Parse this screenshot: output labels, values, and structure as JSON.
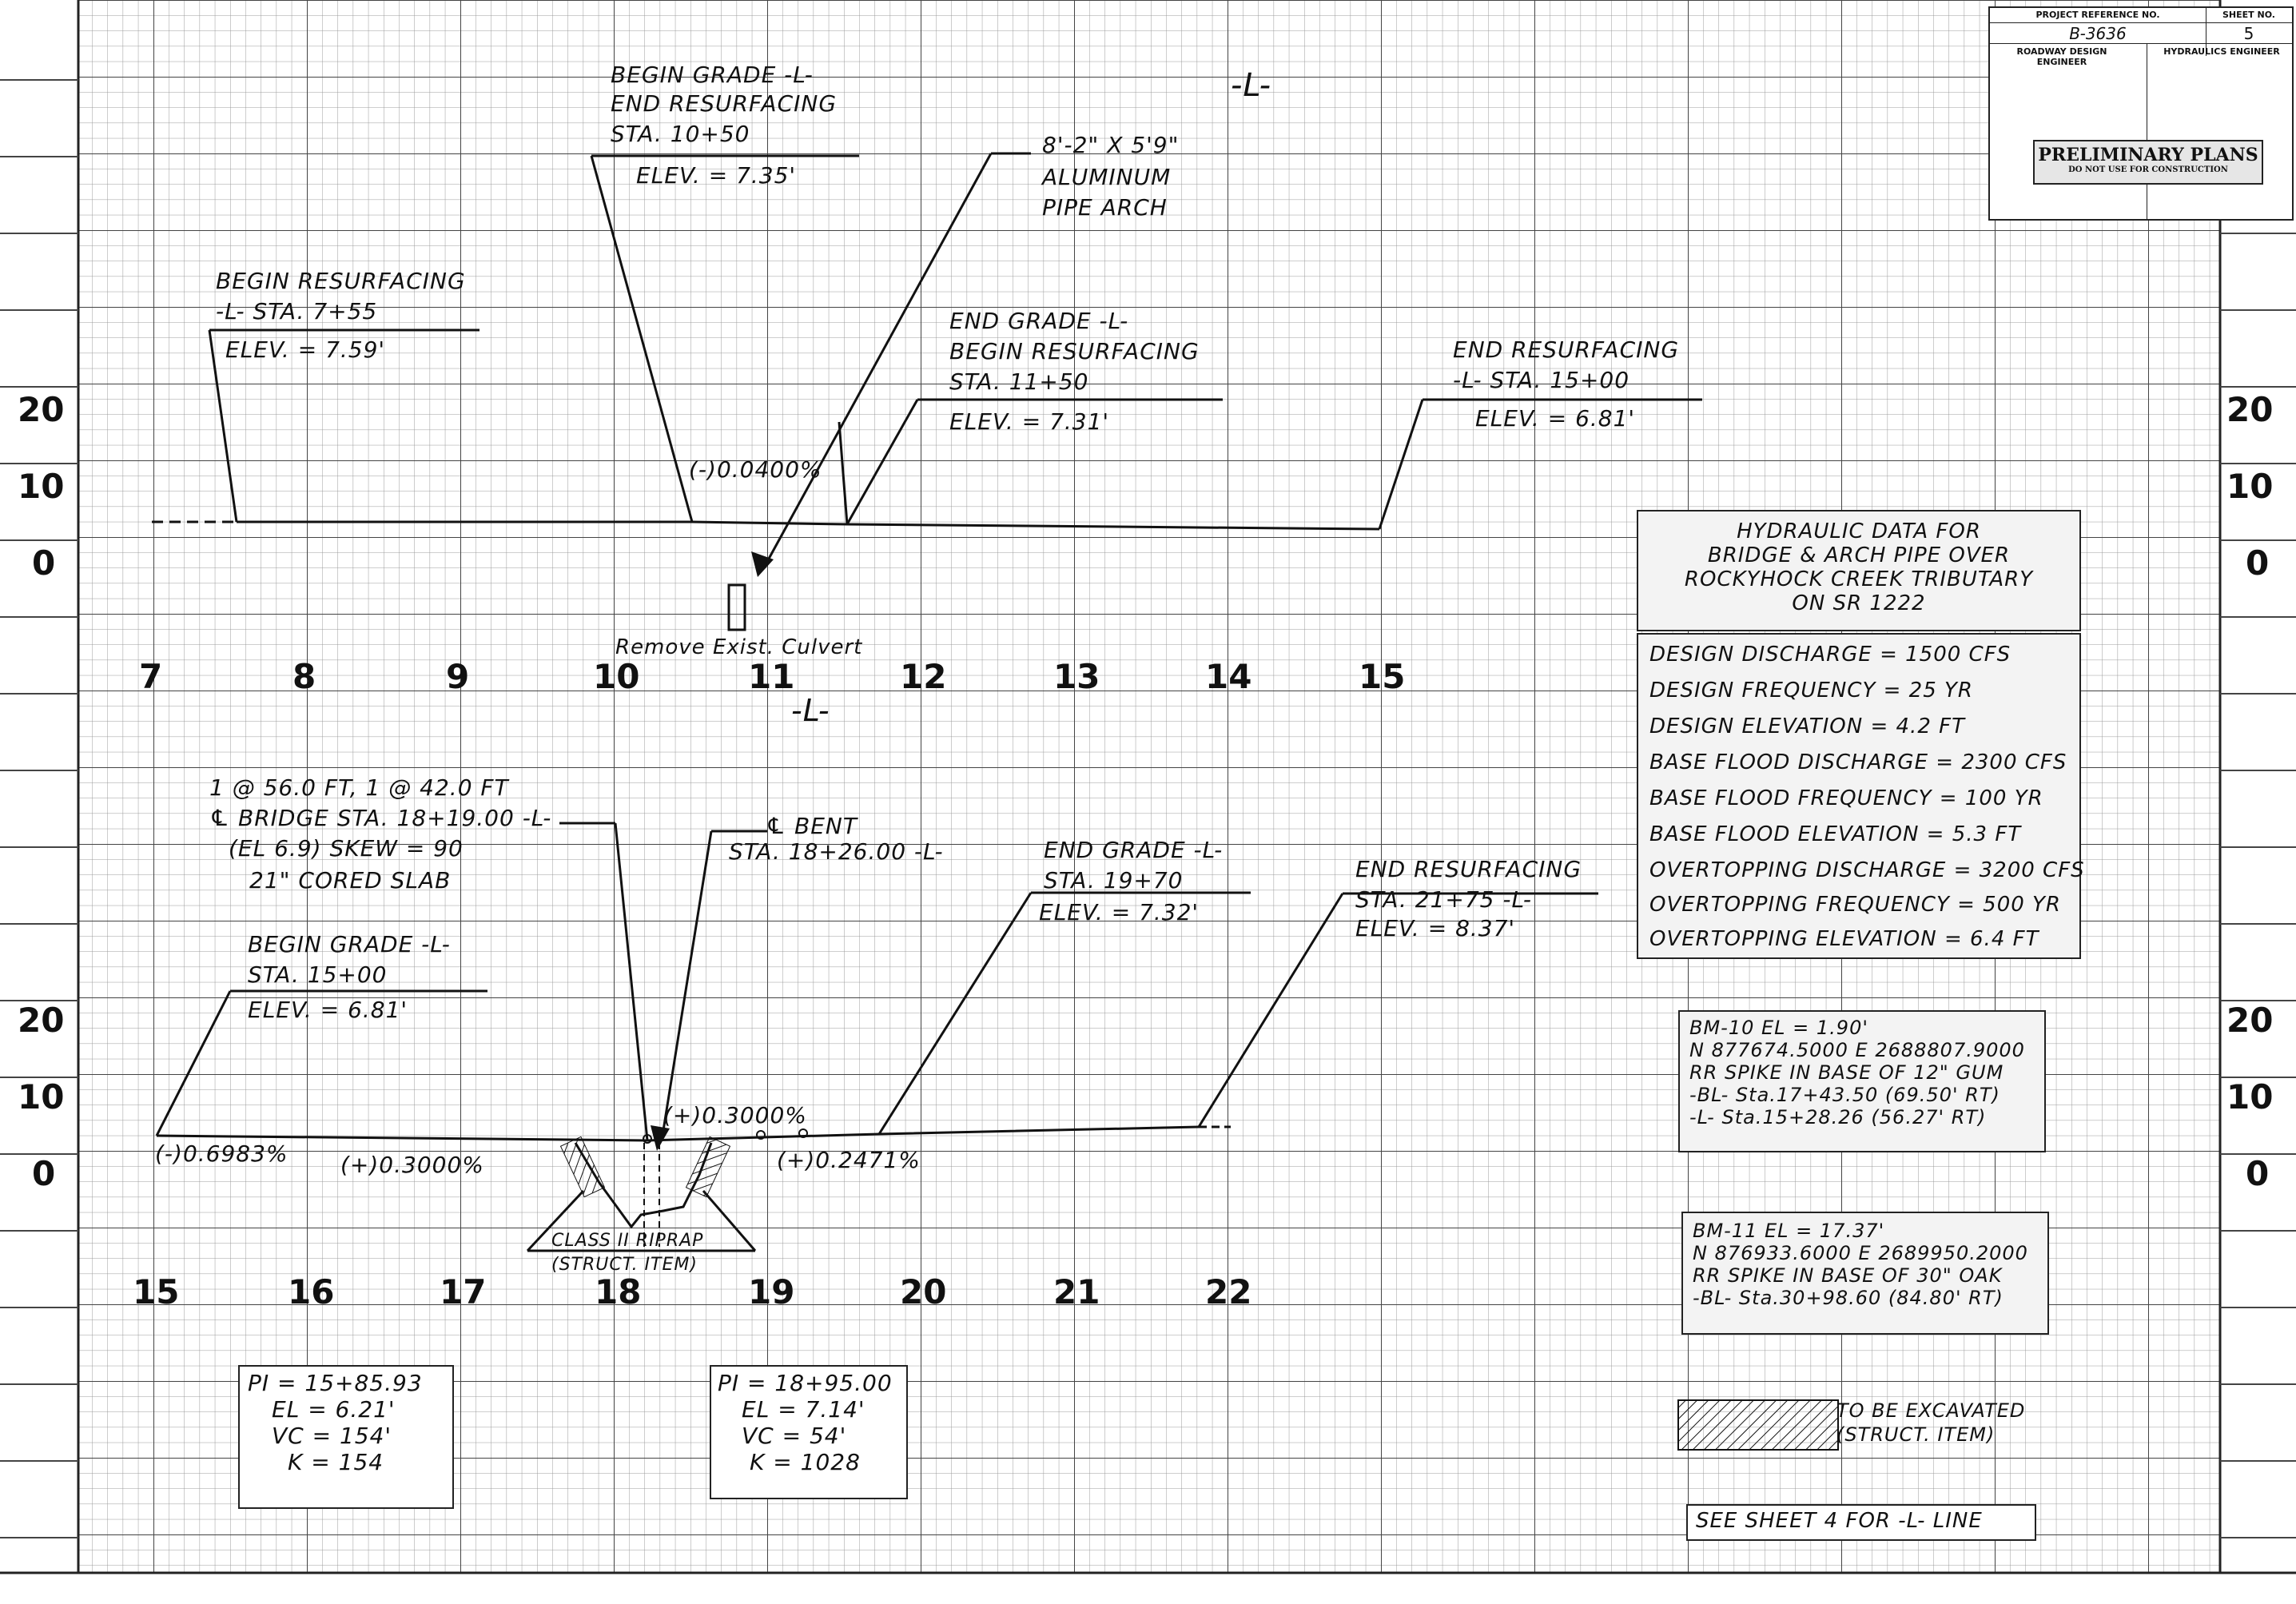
{
  "title_block": {
    "project_ref_label": "PROJECT REFERENCE NO.",
    "sheet_no_label": "SHEET NO.",
    "project_ref": "B-3636",
    "sheet_no": "5",
    "roadway_label": "ROADWAY DESIGN ENGINEER",
    "hydraulics_label": "HYDRAULICS ENGINEER",
    "prelim_title": "PRELIMINARY PLANS",
    "prelim_sub": "DO NOT USE FOR CONSTRUCTION"
  },
  "top_profile": {
    "axis_y": [
      "20",
      "10",
      "0"
    ],
    "stations": [
      "7",
      "8",
      "9",
      "10",
      "11",
      "12",
      "13",
      "14",
      "15"
    ],
    "line_label_top": "-L-",
    "line_label_mid": "-L-",
    "begin_grade": [
      "BEGIN GRADE -L-",
      "END RESURFACING",
      "STA. 10+50",
      "ELEV. = 7.35'"
    ],
    "pipe": [
      "8'-2\" X 5'9\"",
      "ALUMINUM",
      "PIPE ARCH"
    ],
    "begin_resurf": [
      "BEGIN RESURFACING",
      "-L- STA. 7+55",
      "ELEV. = 7.59'"
    ],
    "end_grade": [
      "END GRADE -L-",
      "BEGIN RESURFACING",
      "STA. 11+50",
      "ELEV. = 7.31'"
    ],
    "end_resurf": [
      "END RESURFACING",
      "-L- STA. 15+00",
      "ELEV. = 6.81'"
    ],
    "slope": "(-)0.0400%",
    "remove": "Remove Exist. Culvert"
  },
  "bottom_profile": {
    "axis_y": [
      "20",
      "10",
      "0"
    ],
    "stations": [
      "15",
      "16",
      "17",
      "18",
      "19",
      "20",
      "21",
      "22"
    ],
    "bridge": [
      "1 @ 56.0 FT, 1 @ 42.0 FT",
      "℄ BRIDGE STA. 18+19.00 -L-",
      "(EL 6.9) SKEW = 90",
      "21\" CORED SLAB"
    ],
    "bent": [
      "℄ BENT",
      "STA. 18+26.00 -L-"
    ],
    "end_grade": [
      "END GRADE -L-",
      "STA. 19+70",
      "ELEV. = 7.32'"
    ],
    "end_resurf": [
      "END RESURFACING",
      "STA. 21+75 -L-",
      "ELEV. = 8.37'"
    ],
    "begin_grade": [
      "BEGIN GRADE -L-",
      "STA. 15+00",
      "ELEV. = 6.81'"
    ],
    "slope1": "(-)0.6983%",
    "slope2": "(+)0.3000%",
    "slope3": "(+)0.3000%",
    "slope4": "(+)0.2471%",
    "riprap": [
      "CLASS II RIPRAP",
      "(STRUCT. ITEM)"
    ]
  },
  "pi_boxes": [
    [
      "PI = 15+85.93",
      "EL = 6.21'",
      "VC = 154'",
      "K = 154"
    ],
    [
      "PI = 18+95.00",
      "EL = 7.14'",
      "VC = 54'",
      "K = 1028"
    ]
  ],
  "hydraulic": {
    "title": [
      "HYDRAULIC DATA FOR",
      "BRIDGE & ARCH PIPE OVER",
      "ROCKYHOCK CREEK TRIBUTARY",
      "ON SR 1222"
    ],
    "rows": [
      "DESIGN DISCHARGE = 1500 CFS",
      "DESIGN FREQUENCY = 25 YR",
      "DESIGN ELEVATION = 4.2 FT",
      "BASE FLOOD DISCHARGE = 2300 CFS",
      "BASE FLOOD FREQUENCY = 100 YR",
      "BASE FLOOD ELEVATION = 5.3 FT",
      "OVERTOPPING DISCHARGE = 3200 CFS",
      "OVERTOPPING FREQUENCY = 500 YR",
      "OVERTOPPING ELEVATION = 6.4 FT"
    ]
  },
  "bm10": [
    "BM-10 EL = 1.90'",
    "N 877674.5000 E 2688807.9000",
    "RR SPIKE IN BASE OF 12\" GUM",
    "-BL- Sta.17+43.50 (69.50' RT)",
    "-L- Sta.15+28.26 (56.27' RT)"
  ],
  "bm11": [
    "BM-11 EL = 17.37'",
    "N 876933.6000 E 2689950.2000",
    "RR SPIKE IN BASE OF 30\" OAK",
    "-BL- Sta.30+98.60 (84.80' RT)"
  ],
  "legend": [
    "TO BE EXCAVATED",
    "(STRUCT. ITEM)"
  ],
  "see_sheet": "SEE SHEET 4 FOR -L- LINE"
}
